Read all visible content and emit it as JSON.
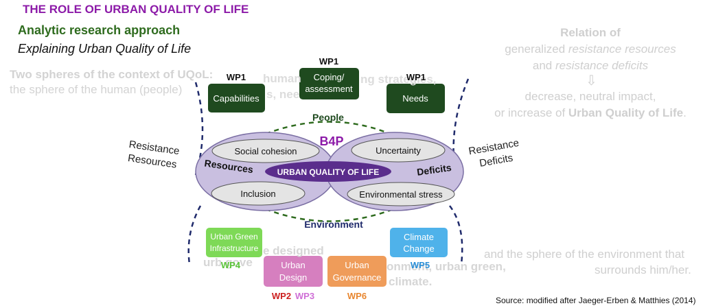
{
  "title": "THE ROLE OF URBAN QUALITY OF LIFE",
  "subtitle": "Analytic research approach",
  "subtitle2": "Explaining Urban Quality of Life",
  "left_ghost": {
    "line1": "Two spheres of the context of UQoL:",
    "line2": "the sphere of the human (people)"
  },
  "right_ghost": {
    "relation": "Relation of",
    "generalized": "generalized",
    "resistance_resources": "resistance resources",
    "and": "and",
    "resistance_deficits": "resistance deficits",
    "decrease": "decrease, neutral impact,",
    "or_increase": "or  increase of",
    "uqol": "Urban Quality of Life",
    "period": ".",
    "env_line1": "and the sphere of the environment that",
    "env_line2": "surrounds him/her."
  },
  "overlay_ghost": {
    "top1": "human",
    "top2": "ng strategies,",
    "top3": "s, nee",
    "bottom1": "e designed",
    "bottom2": "urb  gove",
    "bottom3": "onment, urban green,",
    "bottom4": "climate."
  },
  "side_labels": {
    "left_line1": "Resistance",
    "left_line2": "Resources",
    "right_line1": "Resistance",
    "right_line2": "Deficits"
  },
  "wp_top": [
    {
      "wp": "WP1",
      "label": "Capabilities"
    },
    {
      "wp": "WP1",
      "label_line1": "Coping/",
      "label_line2": "assessment"
    },
    {
      "wp": "WP1",
      "label": "Needs"
    }
  ],
  "core": {
    "people": "People",
    "environment": "Environment",
    "b4p": "B4P",
    "resources": "Resources",
    "deficits": "Deficits",
    "uqol": "URBAN QUALITY OF LIFE",
    "social_cohesion": "Social cohesion",
    "inclusion": "Inclusion",
    "uncertainty": "Uncertainty",
    "environmental_stress": "Environmental stress"
  },
  "wp_bottom": [
    {
      "label_line1": "Urban Green",
      "label_line2": "Infrastructure",
      "wp": "WP4",
      "color": "#7ed957",
      "wp_color": "#5cc43a"
    },
    {
      "label_line1": "Urban",
      "label_line2": "Design",
      "wp_a": "WP2",
      "wp_b": "WP3",
      "color": "#d67fbf",
      "wp_a_color": "#cc1f1f",
      "wp_b_color": "#cf6fd6"
    },
    {
      "label_line1": "Urban",
      "label_line2": "Governance",
      "wp": "WP6",
      "color": "#ef9c5a",
      "wp_color": "#e8862f"
    },
    {
      "label_line1": "Climate",
      "label_line2": "Change",
      "wp": "WP5",
      "color": "#4fb2ea",
      "wp_color": "#2a8fd8"
    }
  ],
  "source": "Source: modified after Jaeger-Erben & Matthies (2014)",
  "colors": {
    "title": "#8c1aa8",
    "dark_green": "#1f4a1f",
    "ellipse_fill": "#c9bfe0",
    "uqol_fill": "#5a2d8c",
    "dash_navy": "#1f2a6b",
    "dash_green": "#2e6b1e"
  }
}
